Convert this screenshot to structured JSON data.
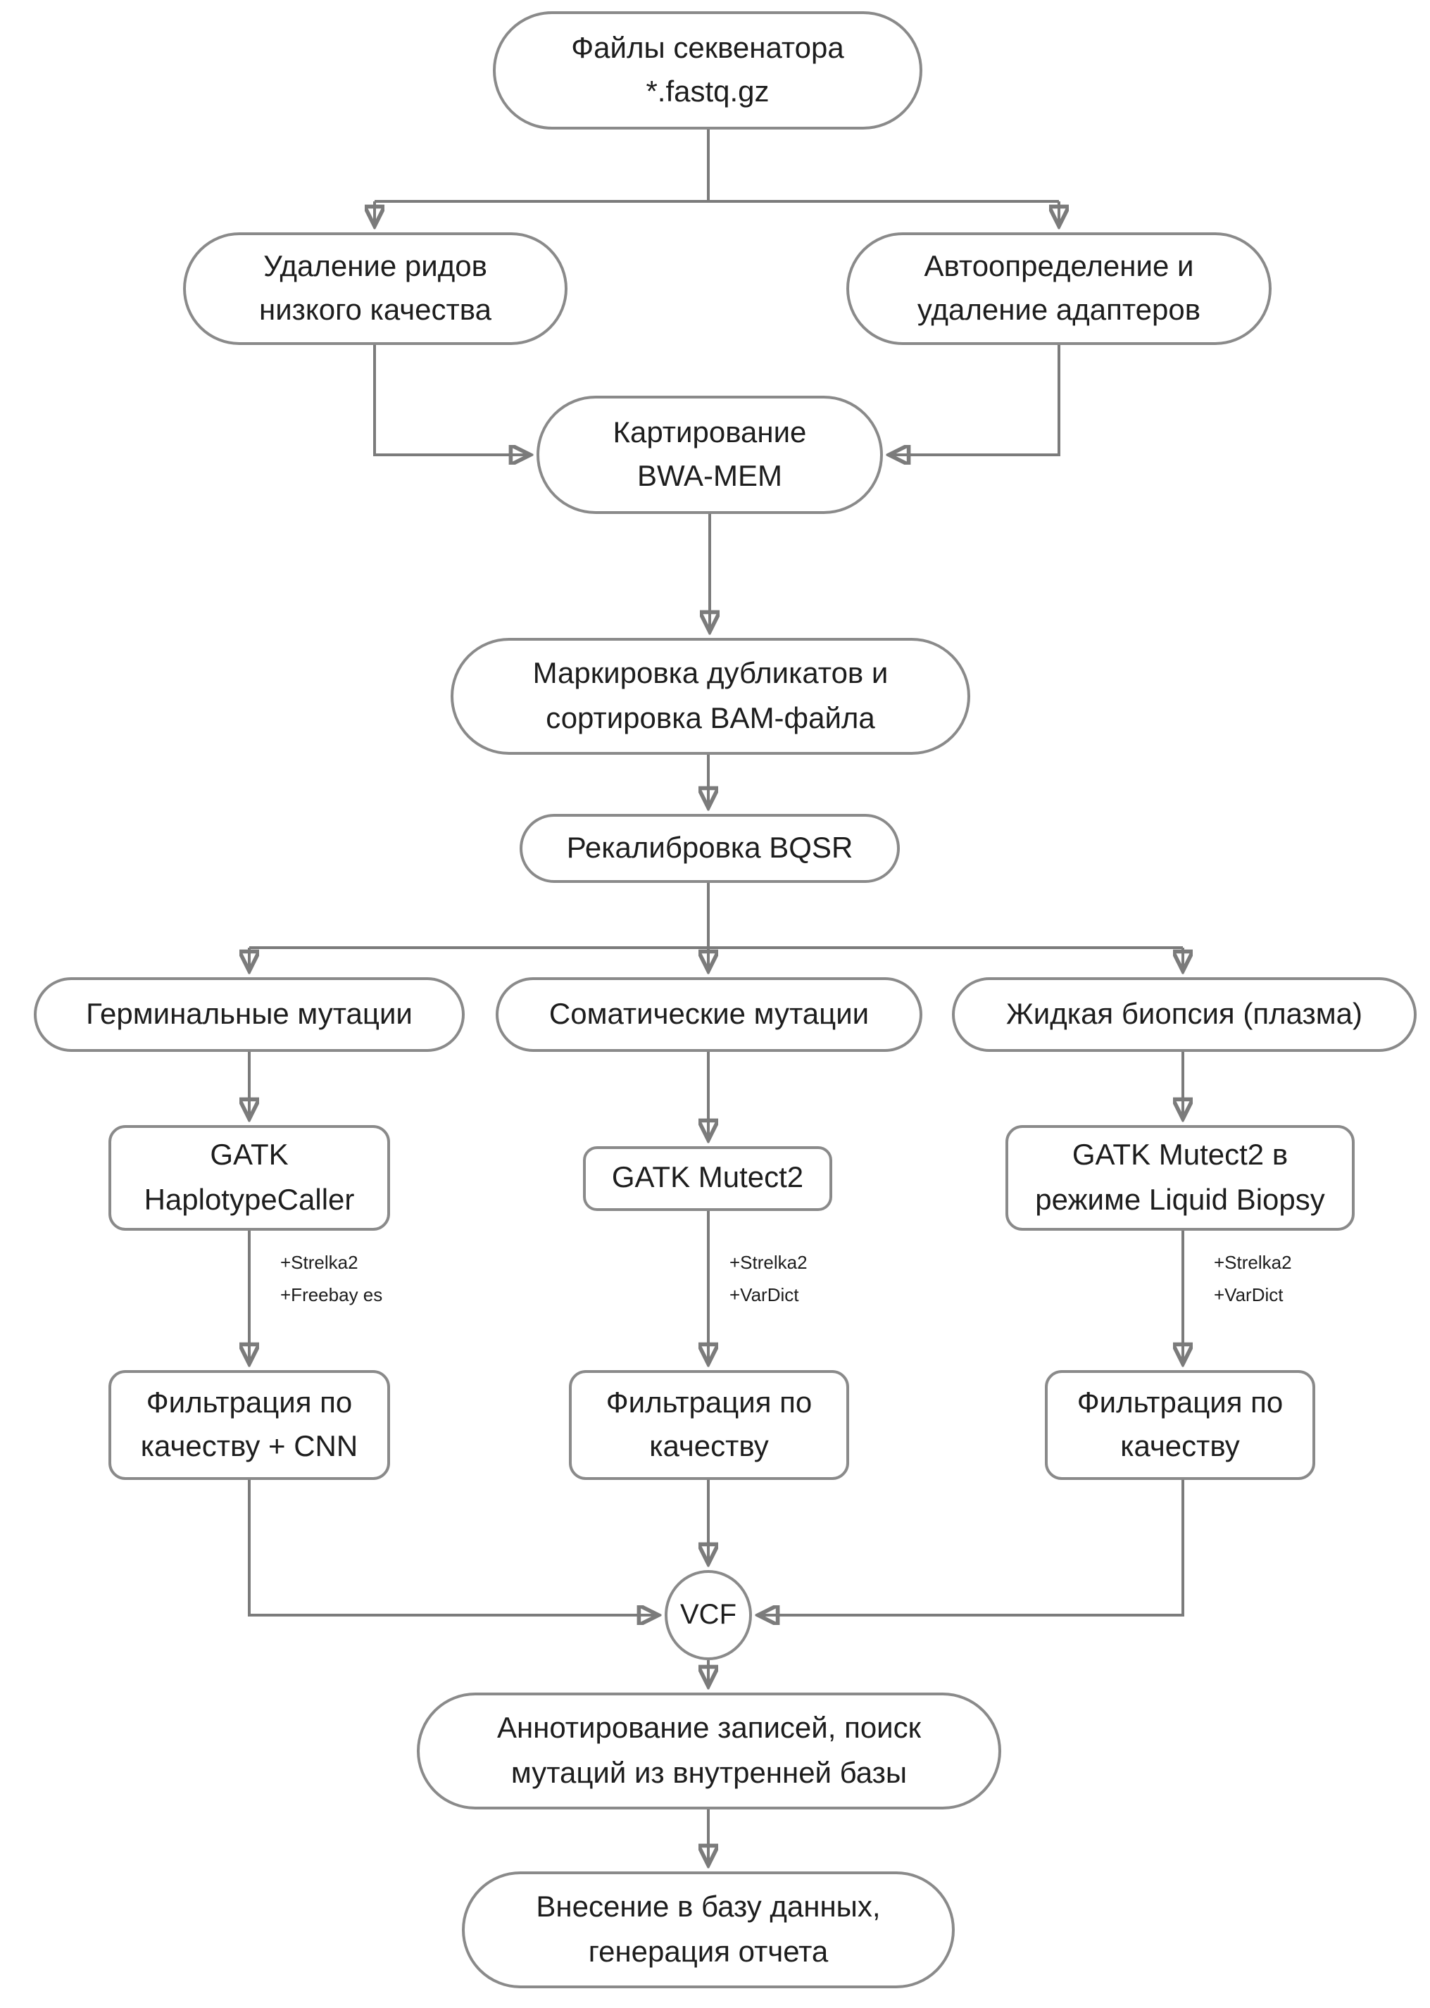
{
  "colors": {
    "background": "#ffffff",
    "line": "#7b7b7b",
    "box_border": "#8a8a8a",
    "text": "#1d1d1d",
    "arrow": "#757575"
  },
  "nodes": {
    "sequencer_files": {
      "lines": [
        "Файлы секвенатора",
        "*.fastq.gz"
      ]
    },
    "remove_low_quality": {
      "lines": [
        "Удаление ридов",
        "низкого качества"
      ]
    },
    "adapter_removal": {
      "lines": [
        "Автоопределение и",
        "удаление адаптеров"
      ]
    },
    "mapping_bwa": {
      "lines": [
        "Картирование",
        "BWA-MEM"
      ]
    },
    "mark_duplicates": {
      "lines": [
        "Маркировка дубликатов и",
        "сортировка BAM-файла"
      ]
    },
    "recalibration": {
      "lines": [
        "Рекалибровка BQSR"
      ]
    },
    "germline": {
      "lines": [
        "Герминальные мутации"
      ]
    },
    "somatic": {
      "lines": [
        "Соматические мутации"
      ]
    },
    "liquid_biopsy": {
      "lines": [
        "Жидкая биопсия (плазма)"
      ]
    },
    "gatk_haplotypecaller": {
      "lines": [
        "GATK",
        "HaplotypeCaller"
      ]
    },
    "gatk_mutect2": {
      "lines": [
        "GATK Mutect2"
      ]
    },
    "gatk_mutect2_liquid": {
      "lines": [
        "GATK Mutect2 в",
        "режиме Liquid Biopsy"
      ]
    },
    "filter_germline": {
      "lines": [
        "Фильтрация по",
        "качеству + CNN"
      ]
    },
    "filter_somatic": {
      "lines": [
        "Фильтрация по",
        "качеству"
      ]
    },
    "filter_liquid": {
      "lines": [
        "Фильтрация по",
        "качеству"
      ]
    },
    "vcf": {
      "lines": [
        "VCF"
      ]
    },
    "annotation": {
      "lines": [
        "Аннотирование записей, поиск",
        "мутаций из внутренней базы"
      ]
    },
    "database_report": {
      "lines": [
        "Внесение в базу данных,",
        "генерация отчета"
      ]
    }
  },
  "annotations": {
    "germline_callers": {
      "lines": [
        "+Strelka2",
        "+Freebay es"
      ]
    },
    "somatic_callers": {
      "lines": [
        "+Strelka2",
        "+VarDict"
      ]
    },
    "liquid_callers": {
      "lines": [
        "+Strelka2",
        "+VarDict"
      ]
    }
  }
}
